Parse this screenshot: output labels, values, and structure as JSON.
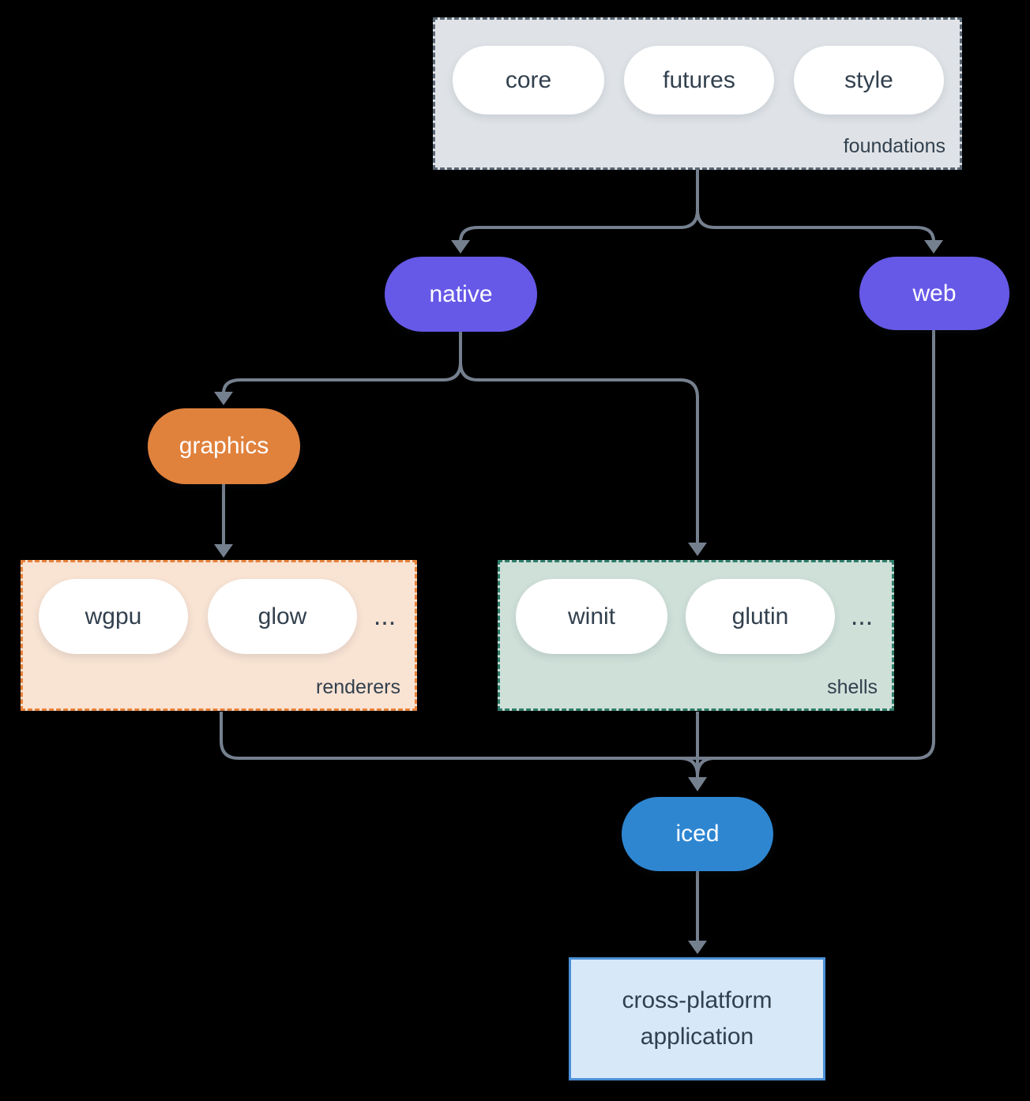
{
  "colors": {
    "background": "#000000",
    "line": "#75808f",
    "text_dark": "#32404e",
    "text_light": "#ffffff",
    "pill_white": "#ffffff",
    "purple": "#6659e7",
    "orange": "#e0813c",
    "blue": "#2e86d1",
    "foundations_fill": "#dfe3e7",
    "foundations_border": "#5a6775",
    "renderers_fill": "#f9e3d3",
    "renderers_border": "#e8823a",
    "shells_fill": "#cfe0d9",
    "shells_border": "#2f7d6b",
    "app_fill": "#d7e8f8",
    "app_border": "#4b90d8"
  },
  "foundations": {
    "label": "foundations",
    "pills": [
      {
        "label": "core"
      },
      {
        "label": "futures"
      },
      {
        "label": "style"
      }
    ]
  },
  "nodes": {
    "native": {
      "label": "native"
    },
    "web": {
      "label": "web"
    },
    "graphics": {
      "label": "graphics"
    },
    "iced": {
      "label": "iced"
    }
  },
  "renderers": {
    "label": "renderers",
    "pills": [
      {
        "label": "wgpu"
      },
      {
        "label": "glow"
      }
    ],
    "ellipsis": "..."
  },
  "shells": {
    "label": "shells",
    "pills": [
      {
        "label": "winit"
      },
      {
        "label": "glutin"
      }
    ],
    "ellipsis": "..."
  },
  "application": {
    "line1": "cross-platform",
    "line2": "application"
  }
}
